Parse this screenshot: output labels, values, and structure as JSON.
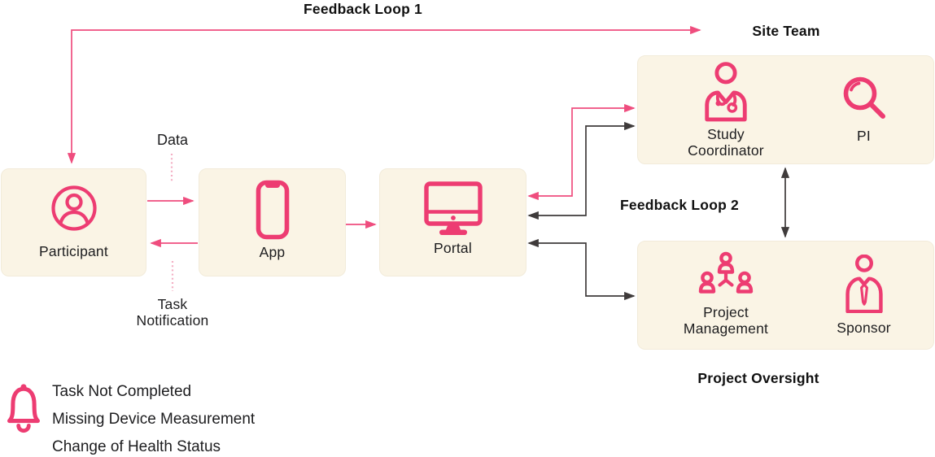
{
  "labels": {
    "feedback_loop_1": "Feedback Loop 1",
    "site_team": "Site Team",
    "feedback_loop_2": "Feedback Loop 2",
    "project_oversight": "Project Oversight",
    "data": "Data",
    "task_notification": "Task Notification"
  },
  "nodes": {
    "participant": "Participant",
    "app": "App",
    "portal": "Portal",
    "study_coordinator": "Study Coordinator",
    "pi": "PI",
    "project_management": "Project Management",
    "sponsor": "Sponsor"
  },
  "legend": [
    "Task Not Completed",
    "Missing Device Measurement",
    "Change of Health Status"
  ],
  "colors": {
    "icon_pink": "#ed3c72",
    "arrow_pink": "#ef4d7e",
    "dotted_pink": "#f4afc4",
    "arrow_dark": "#3f3b3b",
    "box_background": "#faf4e5",
    "text": "#1d1d1f"
  }
}
